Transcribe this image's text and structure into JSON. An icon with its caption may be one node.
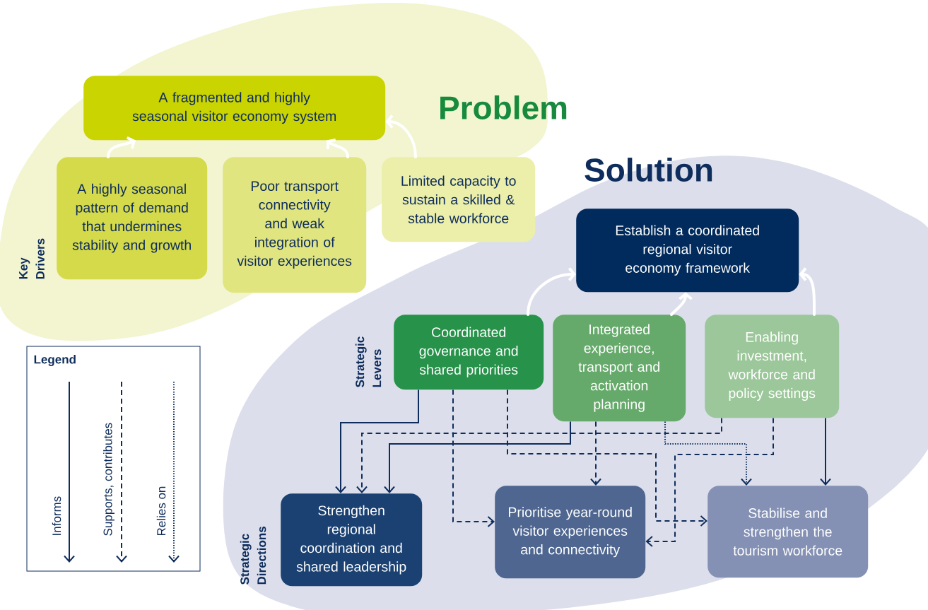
{
  "diagram": {
    "nodes": [
      {
        "text": [
          "A fragmented and highly seasonal visitor economy system"
        ]
      },
      {
        "text": [
          "A highly seasonal pattern of demand that undermines stability and growth"
        ]
      },
      {
        "text": [
          "Poor transport connectivity and weak integration of visitor experiences"
        ]
      },
      {
        "text": [
          "Limited capacity to sustain a skilled & stable workforce"
        ]
      },
      {
        "text": [
          "Establish a coordinated regional visitor economy framework"
        ]
      },
      {
        "text": [
          "Coordinated governance and shared priorities"
        ]
      },
      {
        "text": [
          "Integrated experience, transport and activation planning"
        ]
      },
      {
        "text": [
          "Enabling investment, workforce and policy settings"
        ]
      },
      {
        "text": [
          "Strengthen regional coordination and shared leadership"
        ]
      },
      {
        "text": [
          "Prioritise year-round visitor experiences and connectivity"
        ]
      },
      {
        "text": [
          "Stabilise and strengthen the tourism workforce"
        ]
      }
    ],
    "edges": [
      {
        "from": 1,
        "to": 0,
        "arrow": "to",
        "style": "thick",
        "color": "#ffffff"
      },
      {
        "from": 2,
        "to": 0,
        "arrow": "to",
        "style": "thick",
        "color": "#ffffff"
      },
      {
        "from": 3,
        "to": 0,
        "arrow": "to",
        "style": "thick",
        "color": "#ffffff"
      },
      {
        "from": 5,
        "to": 4,
        "arrow": "to",
        "style": "thick",
        "color": "#ffffff"
      },
      {
        "from": 6,
        "to": 4,
        "arrow": "to",
        "style": "thick",
        "color": "#ffffff"
      },
      {
        "from": 7,
        "to": 4,
        "arrow": "to",
        "style": "thick",
        "color": "#ffffff"
      },
      {
        "from": 5,
        "to": 8,
        "arrow": "to"
      },
      {
        "from": 6,
        "to": 8,
        "arrow": "to"
      },
      {
        "from": 7,
        "to": 8,
        "arrow": "to",
        "style": "dashed"
      },
      {
        "from": 5,
        "to": 9,
        "arrow": "to",
        "style": "dashed"
      },
      {
        "from": 5,
        "to": 10,
        "arrow": "to",
        "style": "dashed"
      },
      {
        "from": 6,
        "to": 9,
        "arrow": "to",
        "style": "dashed"
      },
      {
        "from": 7,
        "to": 9,
        "arrow": "to",
        "style": "dashed"
      },
      {
        "from": 6,
        "to": 10,
        "arrow": "to",
        "style": "dashed"
      },
      {
        "from": 7,
        "to": 10,
        "arrow": "to"
      }
    ],
    "labels": [
      "Problem",
      "Solution",
      "Key Drivers",
      "Strategic Levers",
      "Legend",
      "Strategic Directions"
    ],
    "legend": [
      {
        "text": "Informs"
      },
      {
        "text": "Supports, contributes"
      },
      {
        "text": "Relies on"
      }
    ]
  }
}
